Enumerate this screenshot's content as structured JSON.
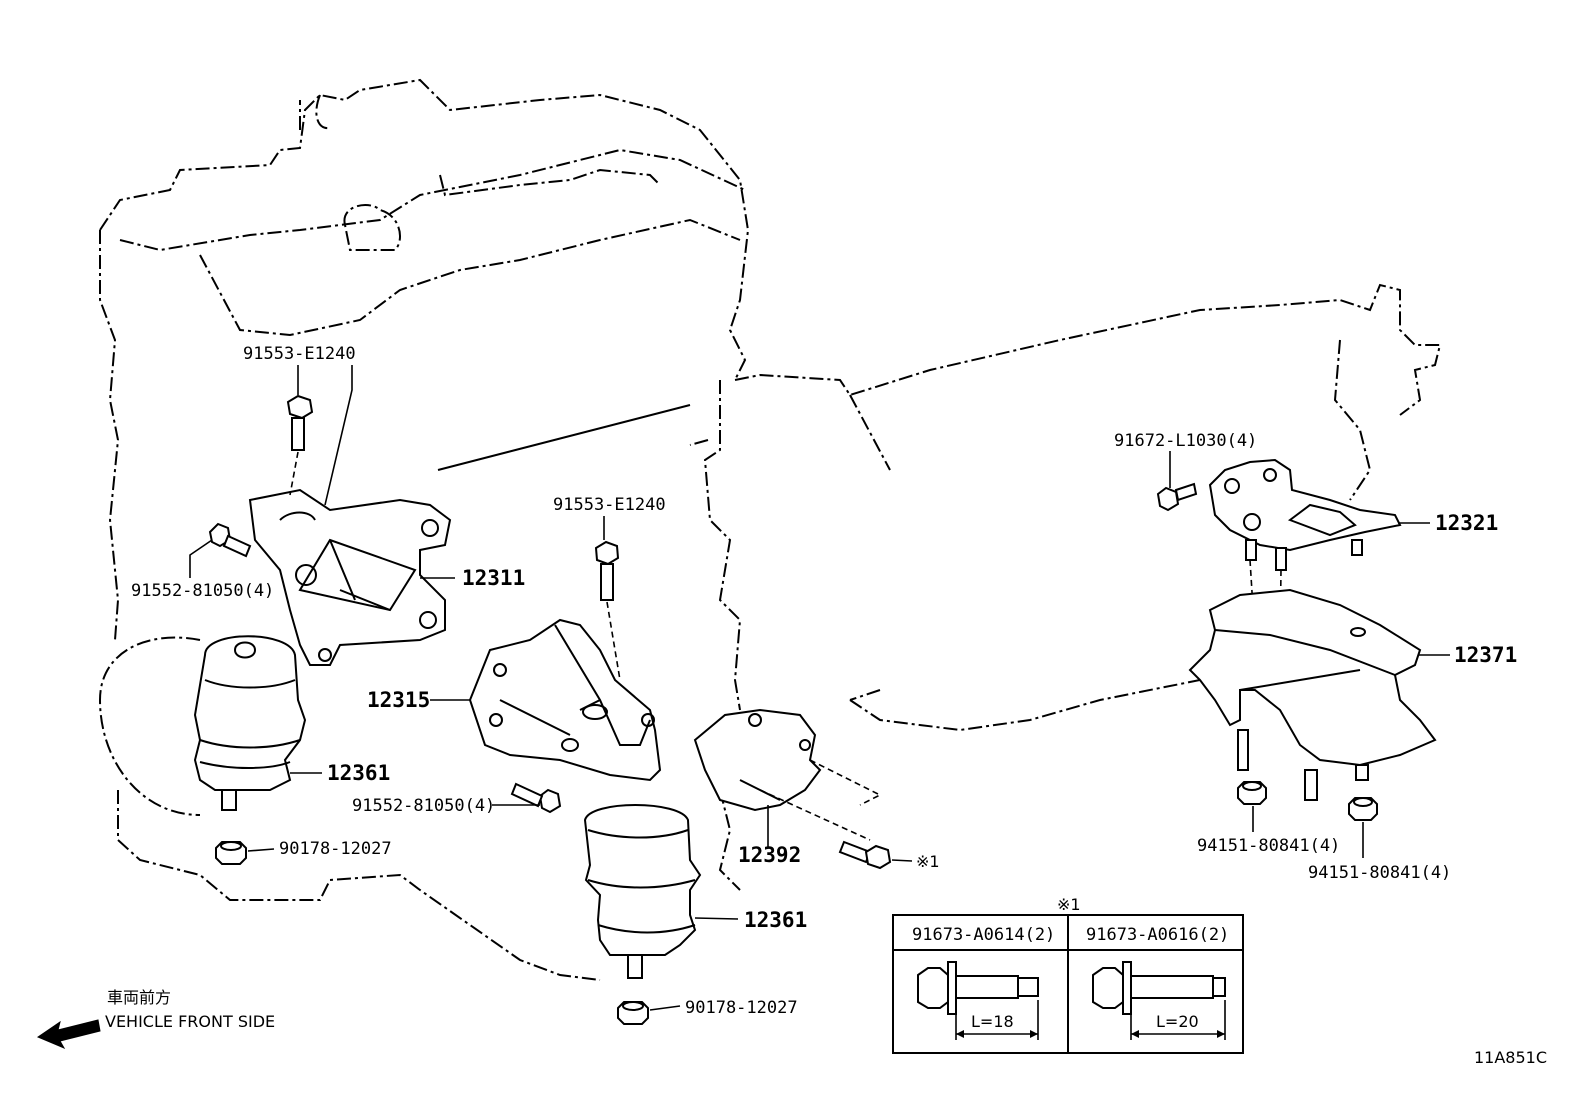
{
  "diagram_id": "11A851C",
  "direction": {
    "label_jp": "車両前方",
    "label_en": "VEHICLE FRONT SIDE"
  },
  "callouts": {
    "bolt_top_left": "91553-E1240",
    "bolt_left": "91552-81050(4)",
    "bracket_left": "12311",
    "bolt_mid_top": "91553-E1240",
    "bracket_mid": "12315",
    "bolt_mid": "91552-81050(4)",
    "insulator_left": "12361",
    "nut_left": "90178-12027",
    "insulator_mid": "12361",
    "nut_mid": "90178-12027",
    "bracket_rear": "12392",
    "bolt_rear_ref": "※1",
    "bolt_right": "91672-L1030(4)",
    "insulator_rear": "12321",
    "crossmember": "12371",
    "nut_right_1": "94151-80841(4)",
    "nut_right_2": "94151-80841(4)"
  },
  "note_table": {
    "ref_mark": "※1",
    "columns": [
      {
        "part": "91673-A0614(2)",
        "length": "L=18"
      },
      {
        "part": "91673-A0616(2)",
        "length": "L=20"
      }
    ]
  }
}
